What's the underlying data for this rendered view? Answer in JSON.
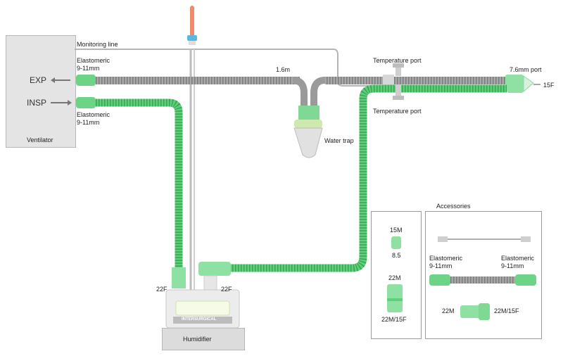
{
  "labels": {
    "monitoring_line": "Monitoring line",
    "elastomeric_top": "Elastomeric",
    "elastomeric_top_size": "9-11mm",
    "exp": "EXP",
    "insp": "INSP",
    "elastomeric_bottom": "Elastomeric",
    "elastomeric_bottom_size": "9-11mm",
    "ventilator": "Ventilator",
    "length_short": "1.6m",
    "temperature_port_top": "Temperature port",
    "temperature_port_bottom": "Temperature port",
    "port_76": "7.6mm port",
    "f15": "15F",
    "water_trap": "Water trap",
    "humidifier": "Humidifier",
    "f22_left": "22F",
    "f22_right": "22F",
    "humidifier_brand": "INTERSURGICAL"
  },
  "small_panel": {
    "top_label": "15M",
    "top_sub": "8.5",
    "bottom_label": "22M",
    "bottom_sub": "22M/15F"
  },
  "accessories": {
    "title": "Accessories",
    "left_label": "Elastomeric",
    "left_size": "9-11mm",
    "right_label": "Elastomeric",
    "right_size": "9-11mm",
    "adapter_left": "22M",
    "adapter_right": "22M/15F"
  },
  "colors": {
    "tube_green": "#5fd07a",
    "tube_grey": "#9c9c9c",
    "ventilator_bg": "#e4e4e4",
    "monitoring_tip": "#f08a6a"
  }
}
